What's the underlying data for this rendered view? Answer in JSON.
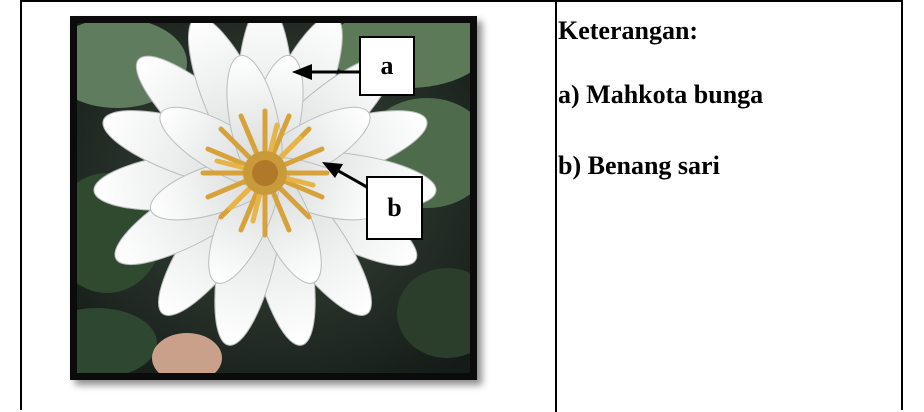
{
  "figure": {
    "label_a": "a",
    "label_b": "b"
  },
  "legend": {
    "title": "Keterangan:",
    "items": [
      "a) Mahkota bunga",
      "b) Benang sari"
    ]
  }
}
